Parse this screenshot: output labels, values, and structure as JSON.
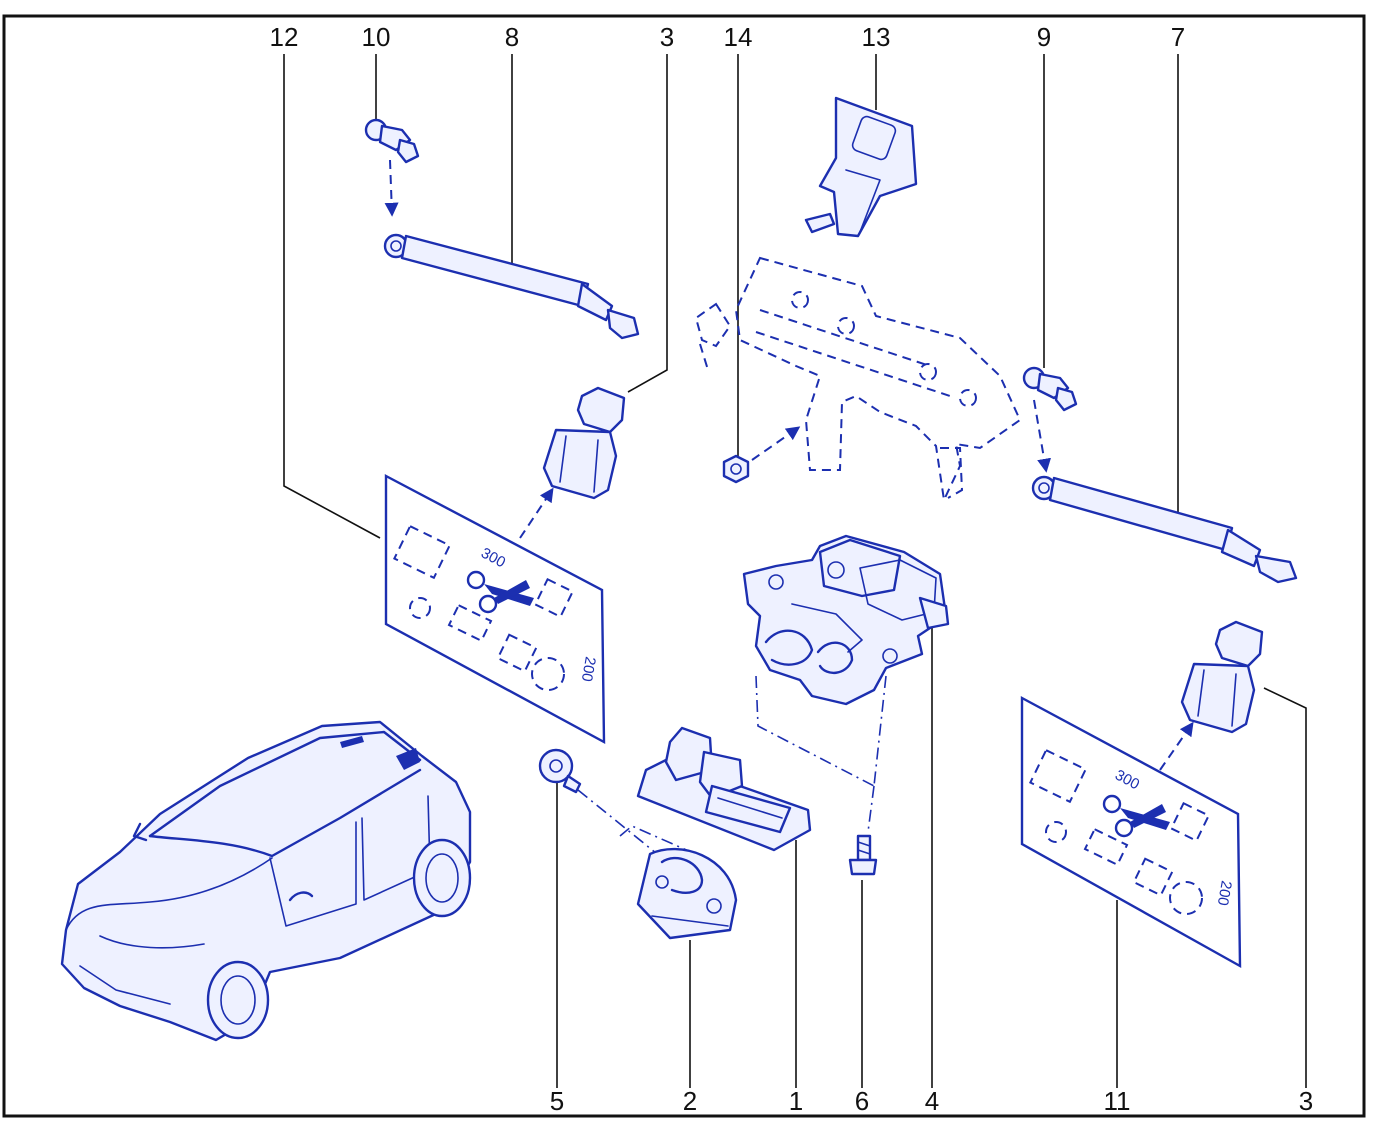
{
  "callouts": {
    "top": [
      "12",
      "10",
      "8",
      "3",
      "14",
      "13",
      "9",
      "7"
    ],
    "bottom": [
      "5",
      "2",
      "1",
      "6",
      "4",
      "11",
      "3"
    ]
  },
  "sheet_labels": {
    "left_top": "300",
    "left_side": "200",
    "right_top": "300",
    "right_side": "200"
  },
  "colors": {
    "ink": "#1c2fb0",
    "leader": "#111111"
  },
  "icons": [
    "scissors-icon",
    "scissors-icon"
  ]
}
